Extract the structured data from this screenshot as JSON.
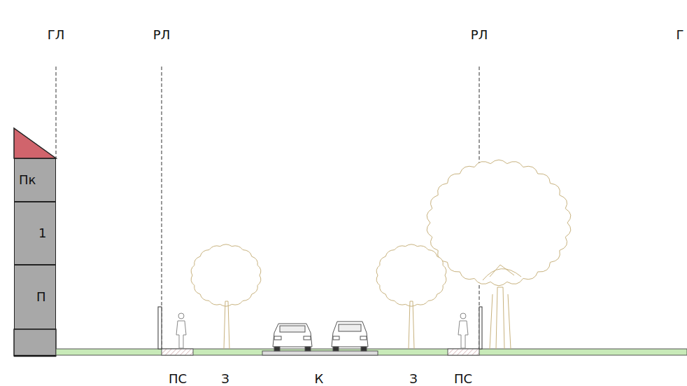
{
  "diagram": {
    "nodes": [
      {
        "text": [
          "Пк"
        ]
      },
      {
        "text": [
          "1"
        ]
      },
      {
        "text": [
          "П"
        ]
      }
    ],
    "labels": [
      "ГЛ",
      "РЛ",
      "РЛ",
      "Г",
      "ПС",
      "З",
      "К",
      "З",
      "ПС"
    ]
  }
}
